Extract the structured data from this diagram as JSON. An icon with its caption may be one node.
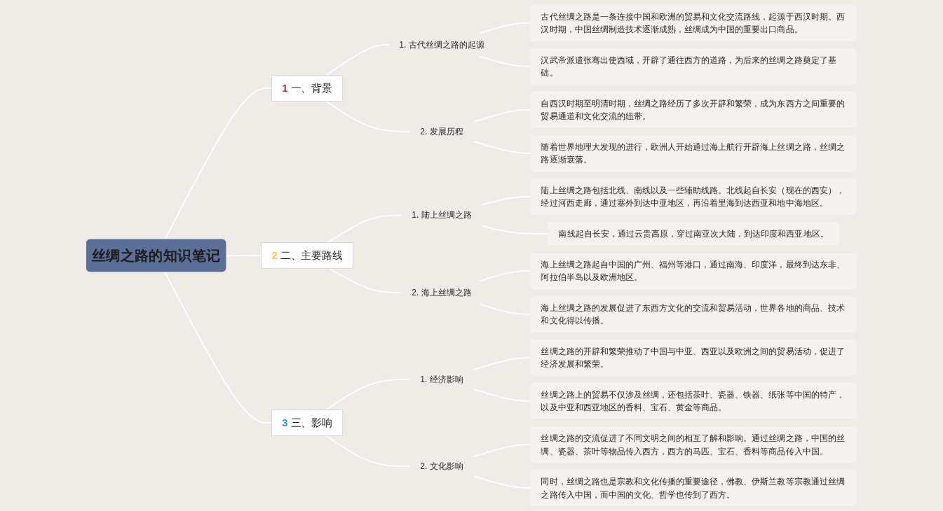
{
  "diagram": {
    "nodes": [
      {
        "text": [
          "丝绸之路的知识笔记"
        ]
      },
      {
        "text": [
          "1",
          "一、背景"
        ]
      },
      {
        "text": [
          "1. 古代丝绸之路的起源"
        ]
      },
      {
        "text": [
          "古代丝绸之路是一条连接中国和欧洲的贸易和文化交流路线，起源于西汉时期。西汉时期，中国丝绸制造技术逐渐成熟，丝绸成为中国的重要出口商品。"
        ]
      },
      {
        "text": [
          "汉武帝派遣张骞出使西域，开辟了通往西方的道路，为后来的丝绸之路奠定了基础。"
        ]
      },
      {
        "text": [
          "2. 发展历程"
        ]
      },
      {
        "text": [
          "自西汉时期至明清时期，丝绸之路经历了多次开辟和繁荣，成为东西方之间重要的贸易通道和文化交流的纽带。"
        ]
      },
      {
        "text": [
          "随着世界地理大发现的进行，欧洲人开始通过海上航行开辟海上丝绸之路，丝绸之路逐渐衰落。"
        ]
      },
      {
        "text": [
          "2",
          "二、主要路线"
        ]
      },
      {
        "text": [
          "1. 陆上丝绸之路"
        ]
      },
      {
        "text": [
          "陆上丝绸之路包括北线、南线以及一些辅助线路。北线起自长安（现在的西安），经过河西走廊，通过塞外到达中亚地区，再沿着里海到达西亚和地中海地区。"
        ]
      },
      {
        "text": [
          "南线起自长安，通过云贵高原，穿过南亚次大陆，到达印度和西亚地区。"
        ]
      },
      {
        "text": [
          "2. 海上丝绸之路"
        ]
      },
      {
        "text": [
          "海上丝绸之路起自中国的广州、福州等港口，通过南海、印度洋，最终到达东非、阿拉伯半岛以及欧洲地区。"
        ]
      },
      {
        "text": [
          "海上丝绸之路的发展促进了东西方文化的交流和贸易活动，世界各地的商品、技术和文化得以传播。"
        ]
      },
      {
        "text": [
          "3",
          "三、影响"
        ]
      },
      {
        "text": [
          "1. 经济影响"
        ]
      },
      {
        "text": [
          "丝绸之路的开辟和繁荣推动了中国与中亚、西亚以及欧洲之间的贸易活动，促进了经济发展和繁荣。"
        ]
      },
      {
        "text": [
          "丝绸之路上的贸易不仅涉及丝绸，还包括茶叶、瓷器、铁器、纸张等中国的特产，以及中亚和西亚地区的香料、宝石、黄金等商品。"
        ]
      },
      {
        "text": [
          "2. 文化影响"
        ]
      },
      {
        "text": [
          "丝绸之路的交流促进了不同文明之间的相互了解和影响。通过丝绸之路，中国的丝绸、瓷器、茶叶等物品传入西方，西方的马匹、宝石、香料等商品传入中国。"
        ]
      },
      {
        "text": [
          "同时，丝绸之路也是宗教和文化传播的重要途径，佛教、伊斯兰教等宗教通过丝绸之路传入中国，而中国的文化、哲学也传到了西方。"
        ]
      }
    ],
    "edges": [
      {
        "from": 0,
        "to": 1,
        "arrow": "none"
      },
      {
        "from": 1,
        "to": 2,
        "arrow": "none"
      },
      {
        "from": 2,
        "to": 3,
        "arrow": "none"
      },
      {
        "from": 2,
        "to": 4,
        "arrow": "none"
      },
      {
        "from": 1,
        "to": 5,
        "arrow": "none"
      },
      {
        "from": 5,
        "to": 6,
        "arrow": "none"
      },
      {
        "from": 5,
        "to": 7,
        "arrow": "none"
      },
      {
        "from": 0,
        "to": 8,
        "arrow": "none"
      },
      {
        "from": 8,
        "to": 9,
        "arrow": "none"
      },
      {
        "from": 9,
        "to": 10,
        "arrow": "none"
      },
      {
        "from": 9,
        "to": 11,
        "arrow": "none"
      },
      {
        "from": 8,
        "to": 12,
        "arrow": "none"
      },
      {
        "from": 12,
        "to": 13,
        "arrow": "none"
      },
      {
        "from": 12,
        "to": 14,
        "arrow": "none"
      },
      {
        "from": 0,
        "to": 15,
        "arrow": "none"
      },
      {
        "from": 15,
        "to": 16,
        "arrow": "none"
      },
      {
        "from": 16,
        "to": 17,
        "arrow": "none"
      },
      {
        "from": 16,
        "to": 18,
        "arrow": "none"
      },
      {
        "from": 15,
        "to": 19,
        "arrow": "none"
      },
      {
        "from": 19,
        "to": 20,
        "arrow": "none"
      },
      {
        "from": 19,
        "to": 21,
        "arrow": "none"
      }
    ]
  }
}
